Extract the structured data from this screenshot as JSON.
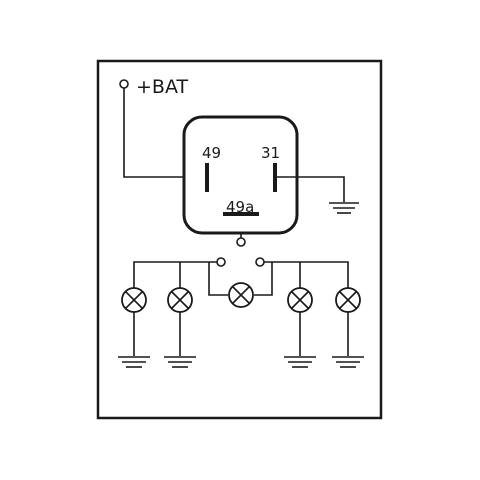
{
  "diagram": {
    "supply_label": "+BAT",
    "relay": {
      "terminal_left": "49",
      "terminal_right": "31",
      "terminal_bottom": "49a"
    }
  }
}
